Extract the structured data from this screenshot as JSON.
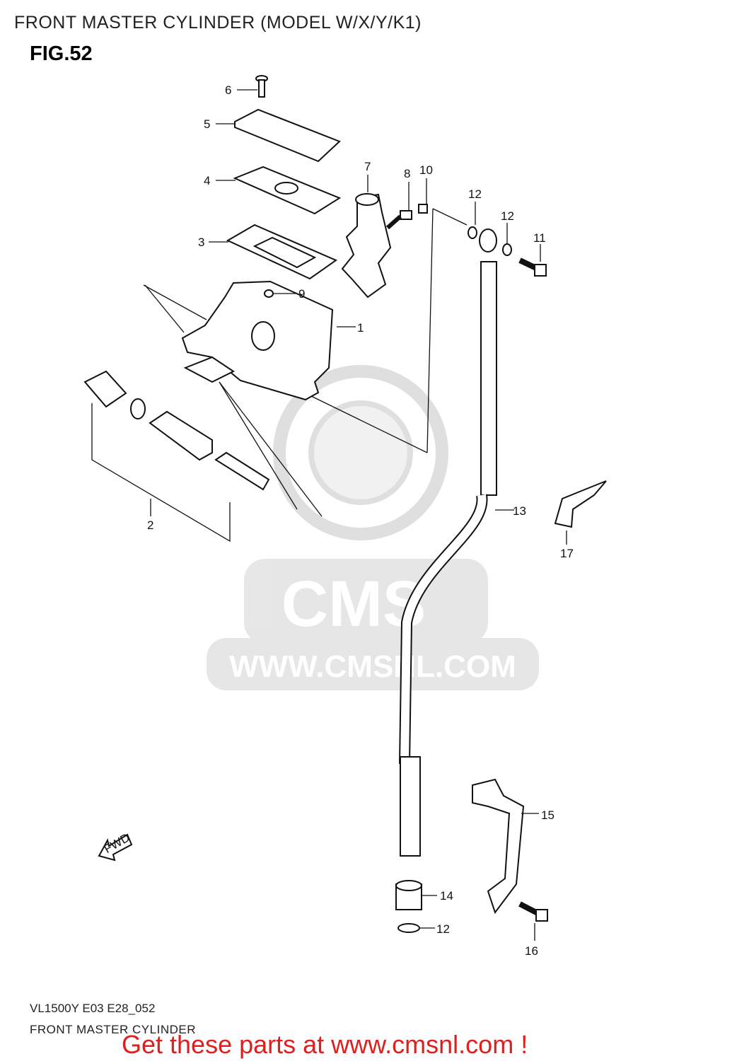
{
  "header": {
    "title": "FRONT MASTER CYLINDER (MODEL W/X/Y/K1)"
  },
  "figure": {
    "label": "FIG.52"
  },
  "callouts": [
    "1",
    "2",
    "3",
    "4",
    "5",
    "6",
    "7",
    "8",
    "9",
    "10",
    "11",
    "12",
    "12",
    "12",
    "13",
    "14",
    "15",
    "16",
    "17"
  ],
  "watermark": {
    "logo": "CMS",
    "url": "WWW.CMSNL.COM"
  },
  "fwd_label": "FWD",
  "footer": {
    "model_code": "VL1500Y E03 E28_052",
    "diagram_name": "FRONT MASTER CYLINDER",
    "cta": "Get these parts at www.cmsnl.com !"
  },
  "colors": {
    "cta": "#e01e1e",
    "ink": "#111111",
    "watermark": "#d9d9d9"
  }
}
